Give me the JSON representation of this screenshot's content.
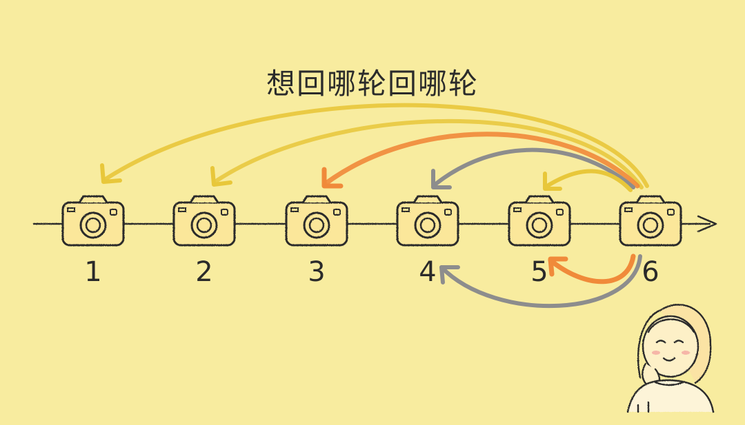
{
  "title": "想回哪轮回哪轮",
  "cameras": [
    {
      "label": "1"
    },
    {
      "label": "2"
    },
    {
      "label": "3"
    },
    {
      "label": "4"
    },
    {
      "label": "5"
    },
    {
      "label": "6"
    }
  ],
  "colors": {
    "background": "#f8ec9f",
    "ink": "#2b2b2b",
    "camera_fill": "#fbe79a",
    "yellow_arrow": "#e8c73a",
    "orange_arrow": "#f08a3a",
    "gray_arrow": "#8d8d8d"
  },
  "icons": [
    "camera-icon",
    "timeline-arrow",
    "girl-illustration"
  ]
}
